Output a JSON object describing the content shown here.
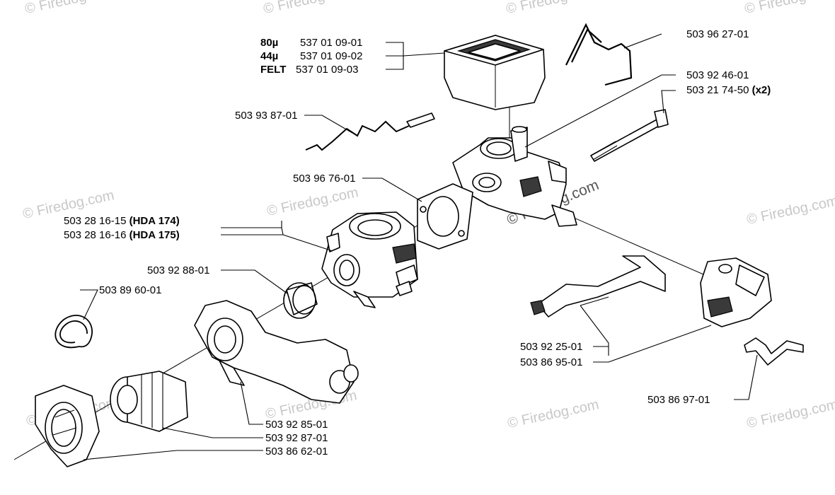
{
  "watermark": {
    "short": "© Firedog",
    "full": "© Firedog.com"
  },
  "labels": {
    "filter_80_grade": "80µ",
    "filter_80_num": "537 01 09-01",
    "filter_44_grade": "44µ",
    "filter_44_num": "537 01 09-02",
    "filter_felt_grade": "FELT",
    "filter_felt_num": "537 01 09-03",
    "clip": "503 96 27-01",
    "adapter": "503 92 46-01",
    "screw": "503 21 74-50",
    "screw_qty": "(x2)",
    "choke_rod": "503 93 87-01",
    "gasket": "503 96 76-01",
    "carb1_num": "503 28 16-15",
    "carb1_model": "(HDA 174)",
    "carb2_num": "503 28 16-16",
    "carb2_model": "(HDA 175)",
    "ring": "503 92 88-01",
    "circlip": "503 89 60-01",
    "throttle_rod1": "503 92 25-01",
    "throttle_rod2": "503 86 95-01",
    "bracket": "503 86 97-01",
    "manifold": "503 92 85-01",
    "rubber_boot": "503 92 87-01",
    "flange": "503 86 62-01"
  }
}
